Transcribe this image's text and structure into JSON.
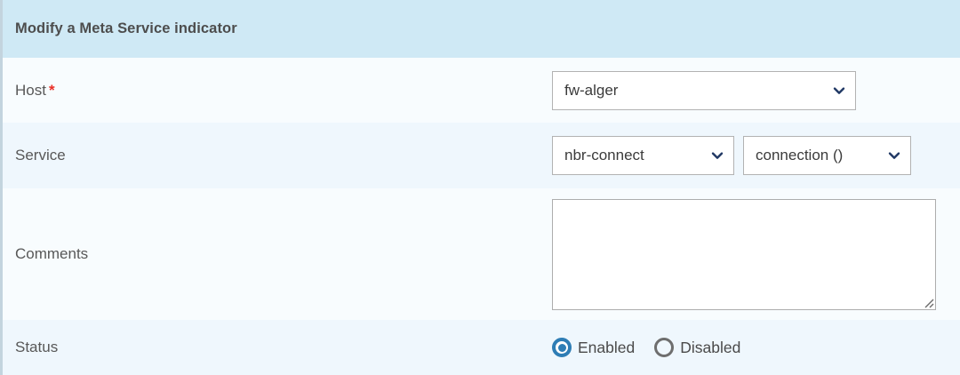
{
  "header": {
    "title": "Modify a Meta Service indicator",
    "background_color": "#cfe9f5"
  },
  "form": {
    "rows": [
      {
        "name": "host",
        "label": "Host",
        "required": true,
        "required_marker": "*",
        "control": "select",
        "value": "fw-alger"
      },
      {
        "name": "service",
        "label": "Service",
        "required": false,
        "control": "select-pair",
        "value": "nbr-connect",
        "value_secondary": "connection ()"
      },
      {
        "name": "comments",
        "label": "Comments",
        "required": false,
        "control": "textarea",
        "value": "",
        "placeholder": ""
      },
      {
        "name": "status",
        "label": "Status",
        "required": false,
        "control": "radio-group",
        "options": [
          {
            "label": "Enabled",
            "selected": true
          },
          {
            "label": "Disabled",
            "selected": false
          }
        ]
      }
    ]
  },
  "icons": {
    "chevron": "chevron-down-icon",
    "resize": "resize-grip-icon"
  },
  "colors": {
    "header_bg": "#cfe9f5",
    "row_light": "#f8fcfe",
    "row_tint": "#eff7fd",
    "accent_blue": "#2e7db5",
    "required_red": "#ea2f26",
    "label_text": "#585858",
    "chevron_navy": "#203864"
  }
}
